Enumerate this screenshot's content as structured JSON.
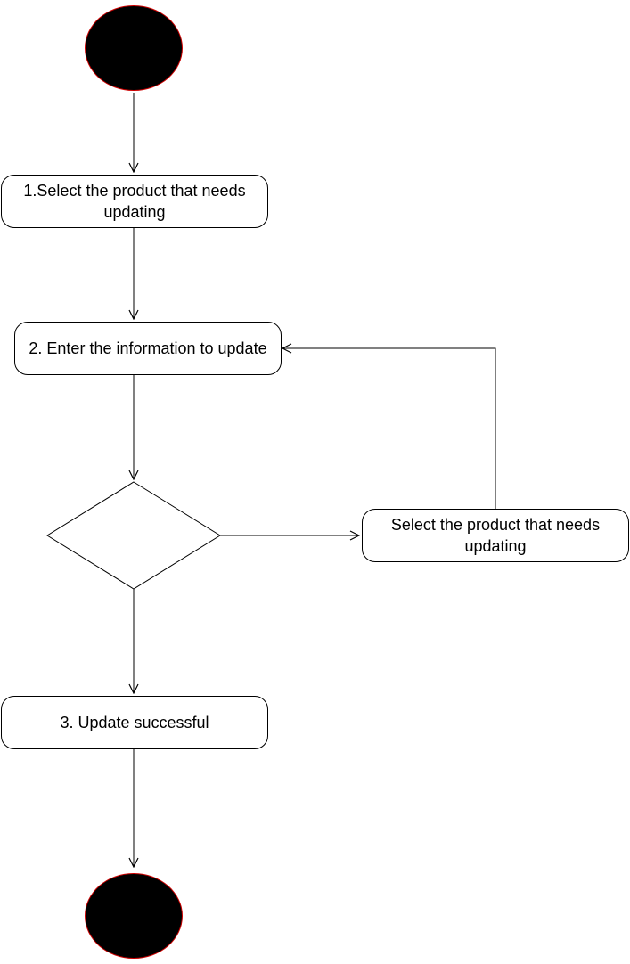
{
  "diagram": {
    "start": {
      "fill": "#000000",
      "stroke": "#cc0000"
    },
    "end": {
      "fill": "#000000",
      "stroke": "#cc0000"
    },
    "steps": {
      "select_product": "1.Select the product that needs updating",
      "enter_info": "2. Enter the information to update",
      "side_select": "Select the product that needs updating",
      "success": "3. Update successful"
    }
  }
}
